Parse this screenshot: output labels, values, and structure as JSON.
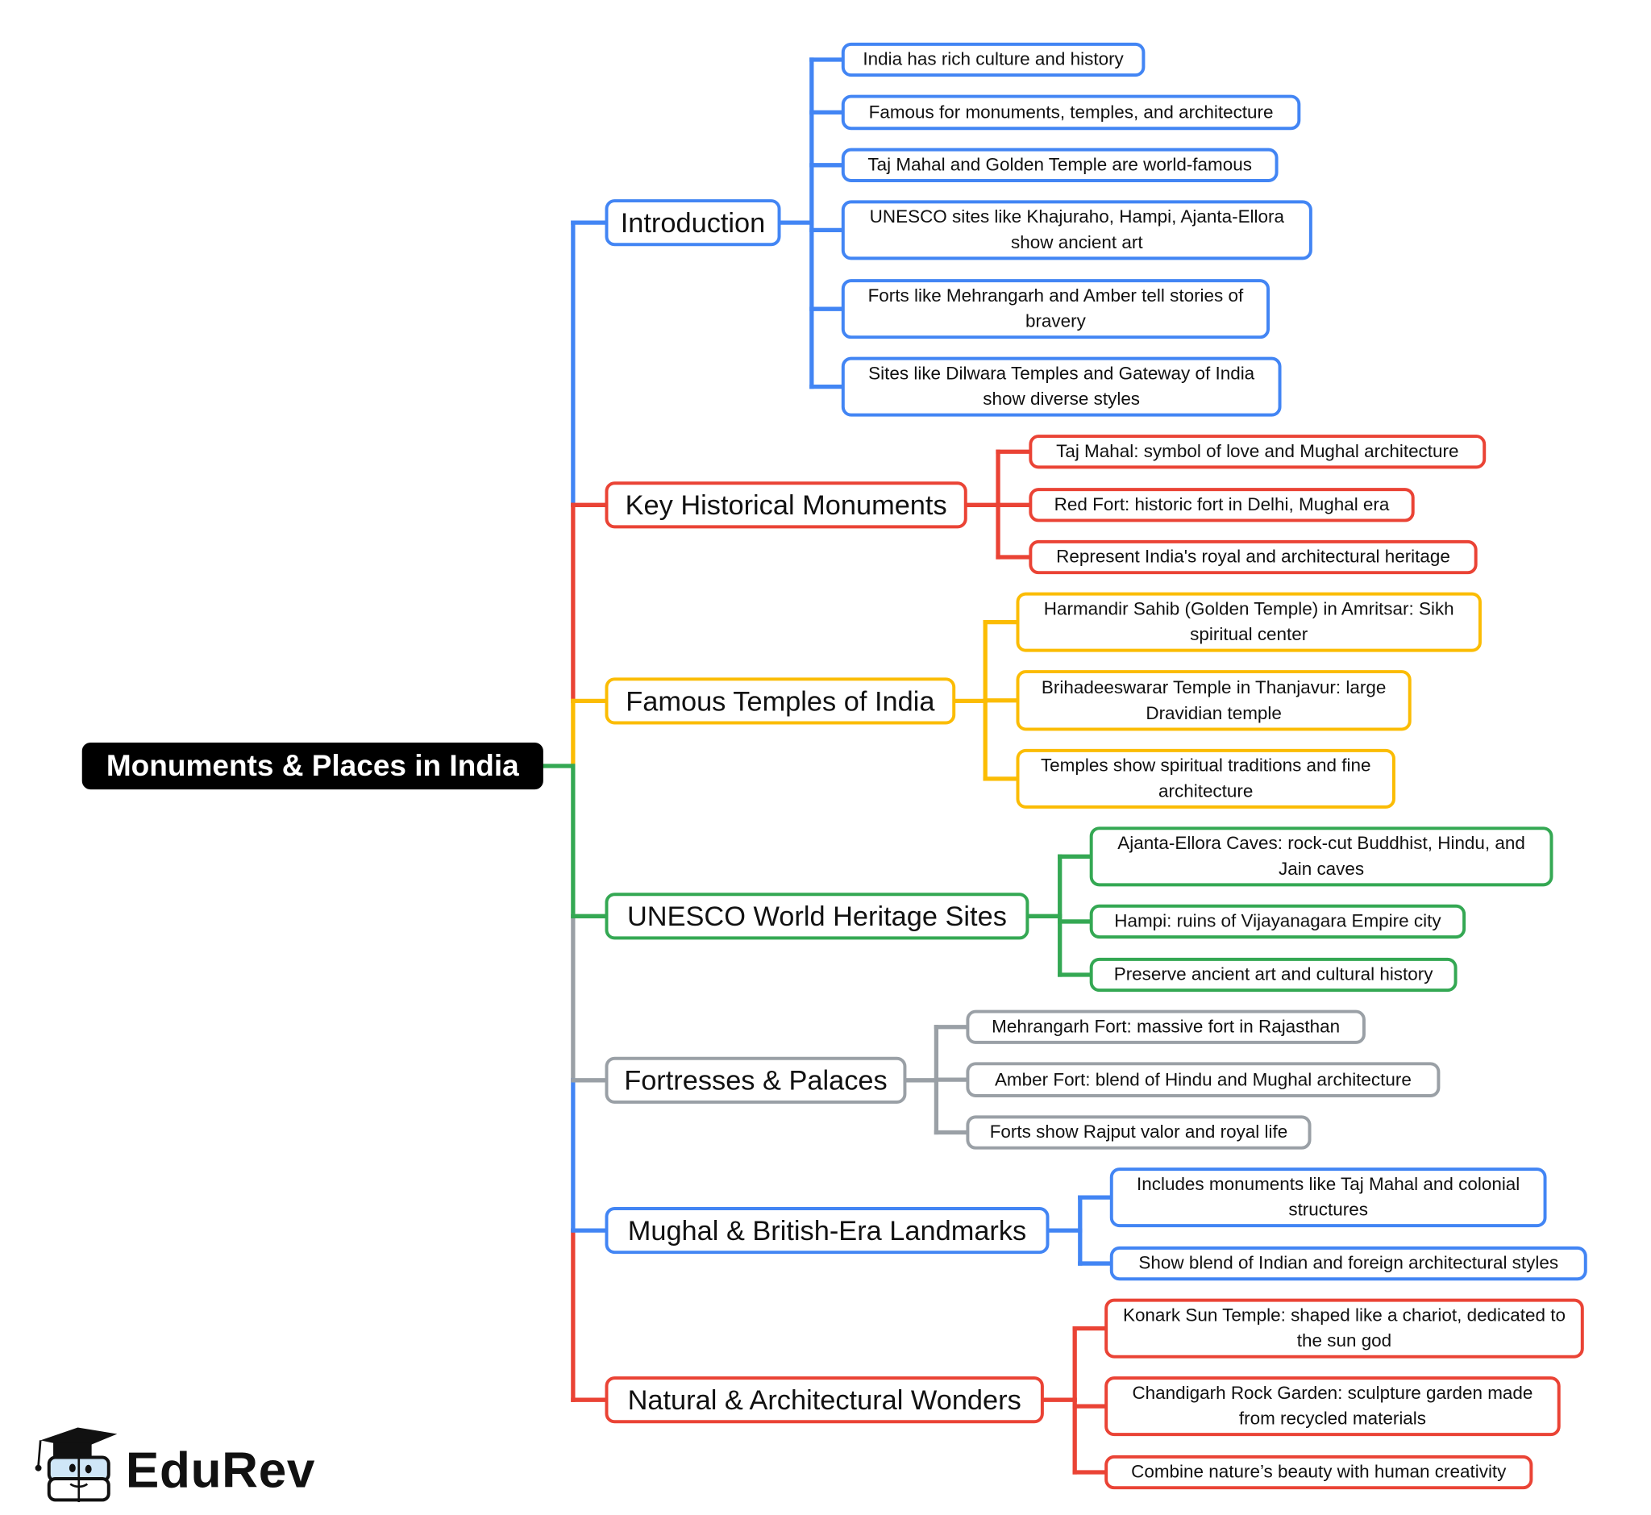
{
  "colors": {
    "blue": "#4285f4",
    "red": "#ea4335",
    "yellow": "#fbbc04",
    "green": "#34a853",
    "gray": "#9aa0a6",
    "root": "#000000"
  },
  "root": {
    "label": "Monuments & Places in India"
  },
  "branches": [
    {
      "label": "Introduction",
      "color": "blue",
      "leaves": [
        "India has rich culture and history",
        "Famous for monuments, temples, and architecture",
        "Taj Mahal and Golden Temple are world-famous",
        "UNESCO sites like Khajuraho, Hampi, Ajanta-Ellora show ancient art",
        "Forts like Mehrangarh and Amber tell stories of bravery",
        "Sites like Dilwara Temples and Gateway of India show diverse styles"
      ]
    },
    {
      "label": "Key Historical Monuments",
      "color": "red",
      "leaves": [
        "Taj Mahal: symbol of love and Mughal architecture",
        "Red Fort: historic fort in Delhi, Mughal era",
        "Represent India's royal and architectural heritage"
      ]
    },
    {
      "label": "Famous Temples of India",
      "color": "yellow",
      "leaves": [
        "Harmandir Sahib (Golden Temple) in Amritsar: Sikh spiritual center",
        "Brihadeeswarar Temple in Thanjavur: large Dravidian temple",
        "Temples show spiritual traditions and fine architecture"
      ]
    },
    {
      "label": "UNESCO World Heritage Sites",
      "color": "green",
      "leaves": [
        "Ajanta-Ellora Caves: rock-cut Buddhist, Hindu, and Jain caves",
        "Hampi: ruins of Vijayanagara Empire city",
        "Preserve ancient art and cultural history"
      ]
    },
    {
      "label": "Fortresses & Palaces",
      "color": "gray",
      "leaves": [
        "Mehrangarh Fort: massive fort in Rajasthan",
        "Amber Fort: blend of Hindu and Mughal architecture",
        "Forts show Rajput valor and royal life"
      ]
    },
    {
      "label": "Mughal & British-Era Landmarks",
      "color": "blue",
      "leaves": [
        "Includes monuments like Taj Mahal and colonial structures",
        "Show blend of Indian and foreign architectural styles"
      ]
    },
    {
      "label": "Natural & Architectural Wonders",
      "color": "red",
      "leaves": [
        "Konark Sun Temple: shaped like a chariot, dedicated to the sun god",
        "Chandigarh Rock Garden: sculpture garden made from recycled materials",
        "Combine nature’s beauty with human creativity"
      ]
    }
  ],
  "logo": {
    "text": "EduRev"
  }
}
